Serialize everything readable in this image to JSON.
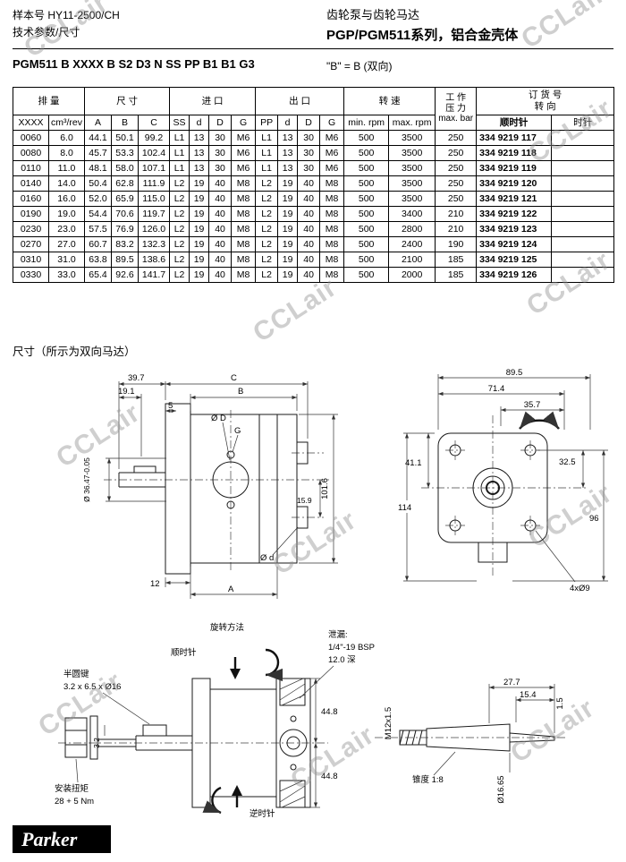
{
  "watermark": "CCLair",
  "header": {
    "catalog": "样本号 HY11-2500/CH",
    "section": "技术参数/尺寸",
    "product": "齿轮泵与齿轮马达",
    "series": "PGP/PGM511系列，铝合金壳体"
  },
  "model": {
    "code": "PGM511 B XXXX B S2 D3 N SS PP B1 B1 G3",
    "note": "\"B\" = B (双向)"
  },
  "table": {
    "groups": {
      "disp": "排 量",
      "dims": "尺 寸",
      "inlet": "进 口",
      "outlet": "出 口",
      "speed": "转 速",
      "press1": "工 作",
      "press2": "压 力",
      "press3": "max. bar",
      "order": "订 货 号",
      "dir": "转 向"
    },
    "cols": {
      "xxxx": "XXXX",
      "cm3": "cm³/rev",
      "a": "A",
      "b": "B",
      "c": "C",
      "ss": "SS",
      "d1": "d",
      "D1": "D",
      "g1": "G",
      "pp": "PP",
      "d2": "d",
      "D2": "D",
      "g2": "G",
      "minrpm": "min. rpm",
      "maxrpm": "max. rpm",
      "cw": "顺时针",
      "ccw": "时针"
    },
    "rows": [
      [
        "0060",
        "6.0",
        "44.1",
        "50.1",
        "99.2",
        "L1",
        "13",
        "30",
        "M6",
        "L1",
        "13",
        "30",
        "M6",
        "500",
        "3500",
        "250",
        "334 9219 117",
        ""
      ],
      [
        "0080",
        "8.0",
        "45.7",
        "53.3",
        "102.4",
        "L1",
        "13",
        "30",
        "M6",
        "L1",
        "13",
        "30",
        "M6",
        "500",
        "3500",
        "250",
        "334 9219 118",
        ""
      ],
      [
        "0110",
        "11.0",
        "48.1",
        "58.0",
        "107.1",
        "L1",
        "13",
        "30",
        "M6",
        "L1",
        "13",
        "30",
        "M6",
        "500",
        "3500",
        "250",
        "334 9219 119",
        ""
      ],
      [
        "0140",
        "14.0",
        "50.4",
        "62.8",
        "111.9",
        "L2",
        "19",
        "40",
        "M8",
        "L2",
        "19",
        "40",
        "M8",
        "500",
        "3500",
        "250",
        "334 9219 120",
        ""
      ],
      [
        "0160",
        "16.0",
        "52.0",
        "65.9",
        "115.0",
        "L2",
        "19",
        "40",
        "M8",
        "L2",
        "19",
        "40",
        "M8",
        "500",
        "3500",
        "250",
        "334 9219 121",
        ""
      ],
      [
        "0190",
        "19.0",
        "54.4",
        "70.6",
        "119.7",
        "L2",
        "19",
        "40",
        "M8",
        "L2",
        "19",
        "40",
        "M8",
        "500",
        "3400",
        "210",
        "334 9219 122",
        ""
      ],
      [
        "0230",
        "23.0",
        "57.5",
        "76.9",
        "126.0",
        "L2",
        "19",
        "40",
        "M8",
        "L2",
        "19",
        "40",
        "M8",
        "500",
        "2800",
        "210",
        "334 9219 123",
        ""
      ],
      [
        "0270",
        "27.0",
        "60.7",
        "83.2",
        "132.3",
        "L2",
        "19",
        "40",
        "M8",
        "L2",
        "19",
        "40",
        "M8",
        "500",
        "2400",
        "190",
        "334 9219 124",
        ""
      ],
      [
        "0310",
        "31.0",
        "63.8",
        "89.5",
        "138.6",
        "L2",
        "19",
        "40",
        "M8",
        "L2",
        "19",
        "40",
        "M8",
        "500",
        "2100",
        "185",
        "334 9219 125",
        ""
      ],
      [
        "0330",
        "33.0",
        "65.4",
        "92.6",
        "141.7",
        "L2",
        "19",
        "40",
        "M8",
        "L2",
        "19",
        "40",
        "M8",
        "500",
        "2000",
        "185",
        "334 9219 126",
        ""
      ]
    ]
  },
  "drawings": {
    "caption": "尺寸（所示为双向马达）",
    "side": {
      "d397": "39.7",
      "d191": "19.1",
      "d5": "5",
      "c": "C",
      "b": "B",
      "od": "Ø D",
      "g": "G",
      "h1016": "101.6",
      "d159": "15.9",
      "shaft": "Ø 36.47-0.05",
      "d12": "12",
      "a": "A",
      "od2": "Ø d"
    },
    "front": {
      "w895": "89.5",
      "w714": "71.4",
      "w357": "35.7",
      "h411": "41.1",
      "h114": "114",
      "h325": "32.5",
      "h96": "96",
      "holes": "4xØ9"
    },
    "rot": {
      "title": "旋转方法",
      "cw": "顺时针",
      "ccw": "逆时针",
      "key1": "半圆键",
      "key2": "3.2 x 6.5 x Ø16",
      "torque1": "安装扭矩",
      "torque2": "28 + 5 Nm",
      "leak1": "泄漏:",
      "leak2": "1/4\"-19 BSP",
      "leak3": "12.0 深",
      "d448a": "44.8",
      "d448b": "44.8",
      "thread": "M12x1.5",
      "d277": "27.7",
      "d154": "15.4",
      "d15": "1.5",
      "taper": "锥度 1:8",
      "enddia": "Ø16.65",
      "keyh": "3.2"
    }
  },
  "logo": "Parker"
}
